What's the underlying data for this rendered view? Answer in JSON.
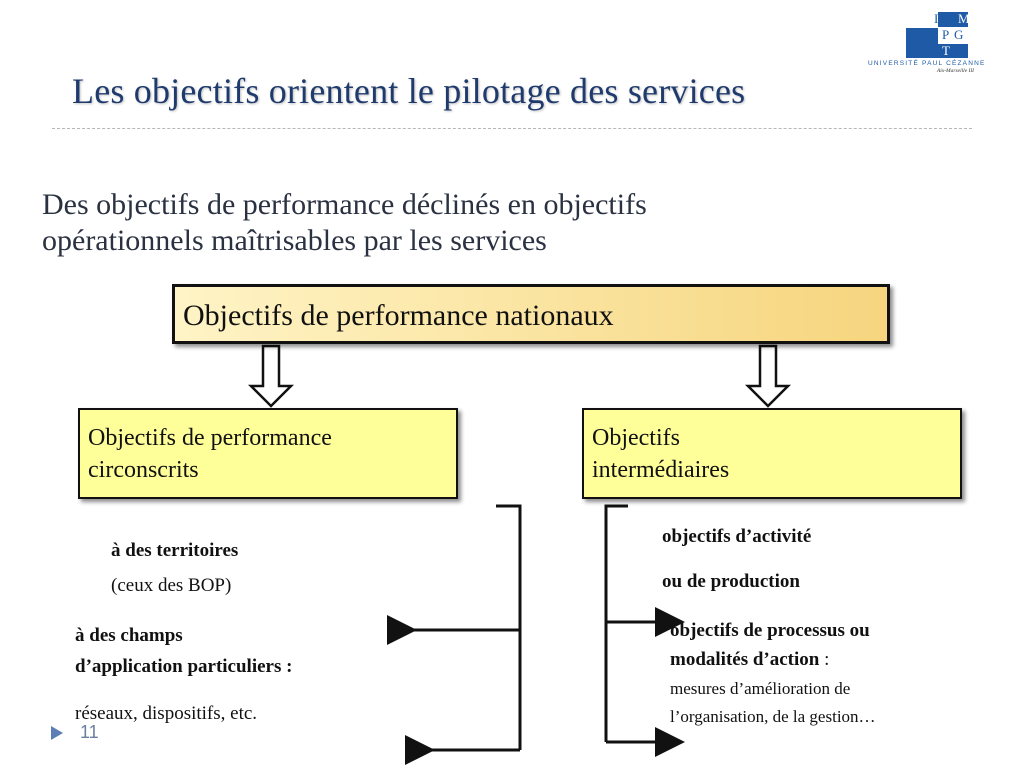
{
  "slide": {
    "title": "Les objectifs orientent le pilotage des services",
    "subtitle_line1": "Des objectifs de performance déclinés en objectifs",
    "subtitle_line2": "opérationnels maîtrisables par les services",
    "page_number": "11"
  },
  "logo": {
    "letters": [
      "I",
      "M",
      "P",
      "G",
      "T"
    ],
    "university": "UNIVERSITÉ PAUL CÉZANNE",
    "city": "Aix-Marseille III",
    "color": "#1f5aa6"
  },
  "diagram": {
    "top_box": "Objectifs de performance nationaux",
    "left_box": {
      "line1": "Objectifs de performance",
      "line2": "circonscrits"
    },
    "right_box": {
      "line1": "Objectifs",
      "line2": "intermédiaires"
    },
    "left_items": [
      {
        "bold": "à des territoires",
        "normal": "(ceux des BOP)"
      },
      {
        "bold_line1": "à des champs",
        "bold_line2": "d’application particuliers :",
        "normal": "réseaux, dispositifs, etc."
      }
    ],
    "right_items": [
      {
        "bold_line1": "objectifs d’activité",
        "bold_line2": "ou de production"
      },
      {
        "bold_line1": "objectifs de processus ou",
        "bold_line2": "modalités d’action",
        "suffix": " :",
        "normal_line1": "mesures d’amélioration de",
        "normal_line2": "l’organisation, de la gestion…"
      }
    ]
  },
  "colors": {
    "title": "#1f3b6e",
    "box_yellow": "#ffff99",
    "top_box_gradient_start": "#fff4c6",
    "top_box_gradient_end": "#f6d57e",
    "nav_icon": "#5b7fb5"
  }
}
